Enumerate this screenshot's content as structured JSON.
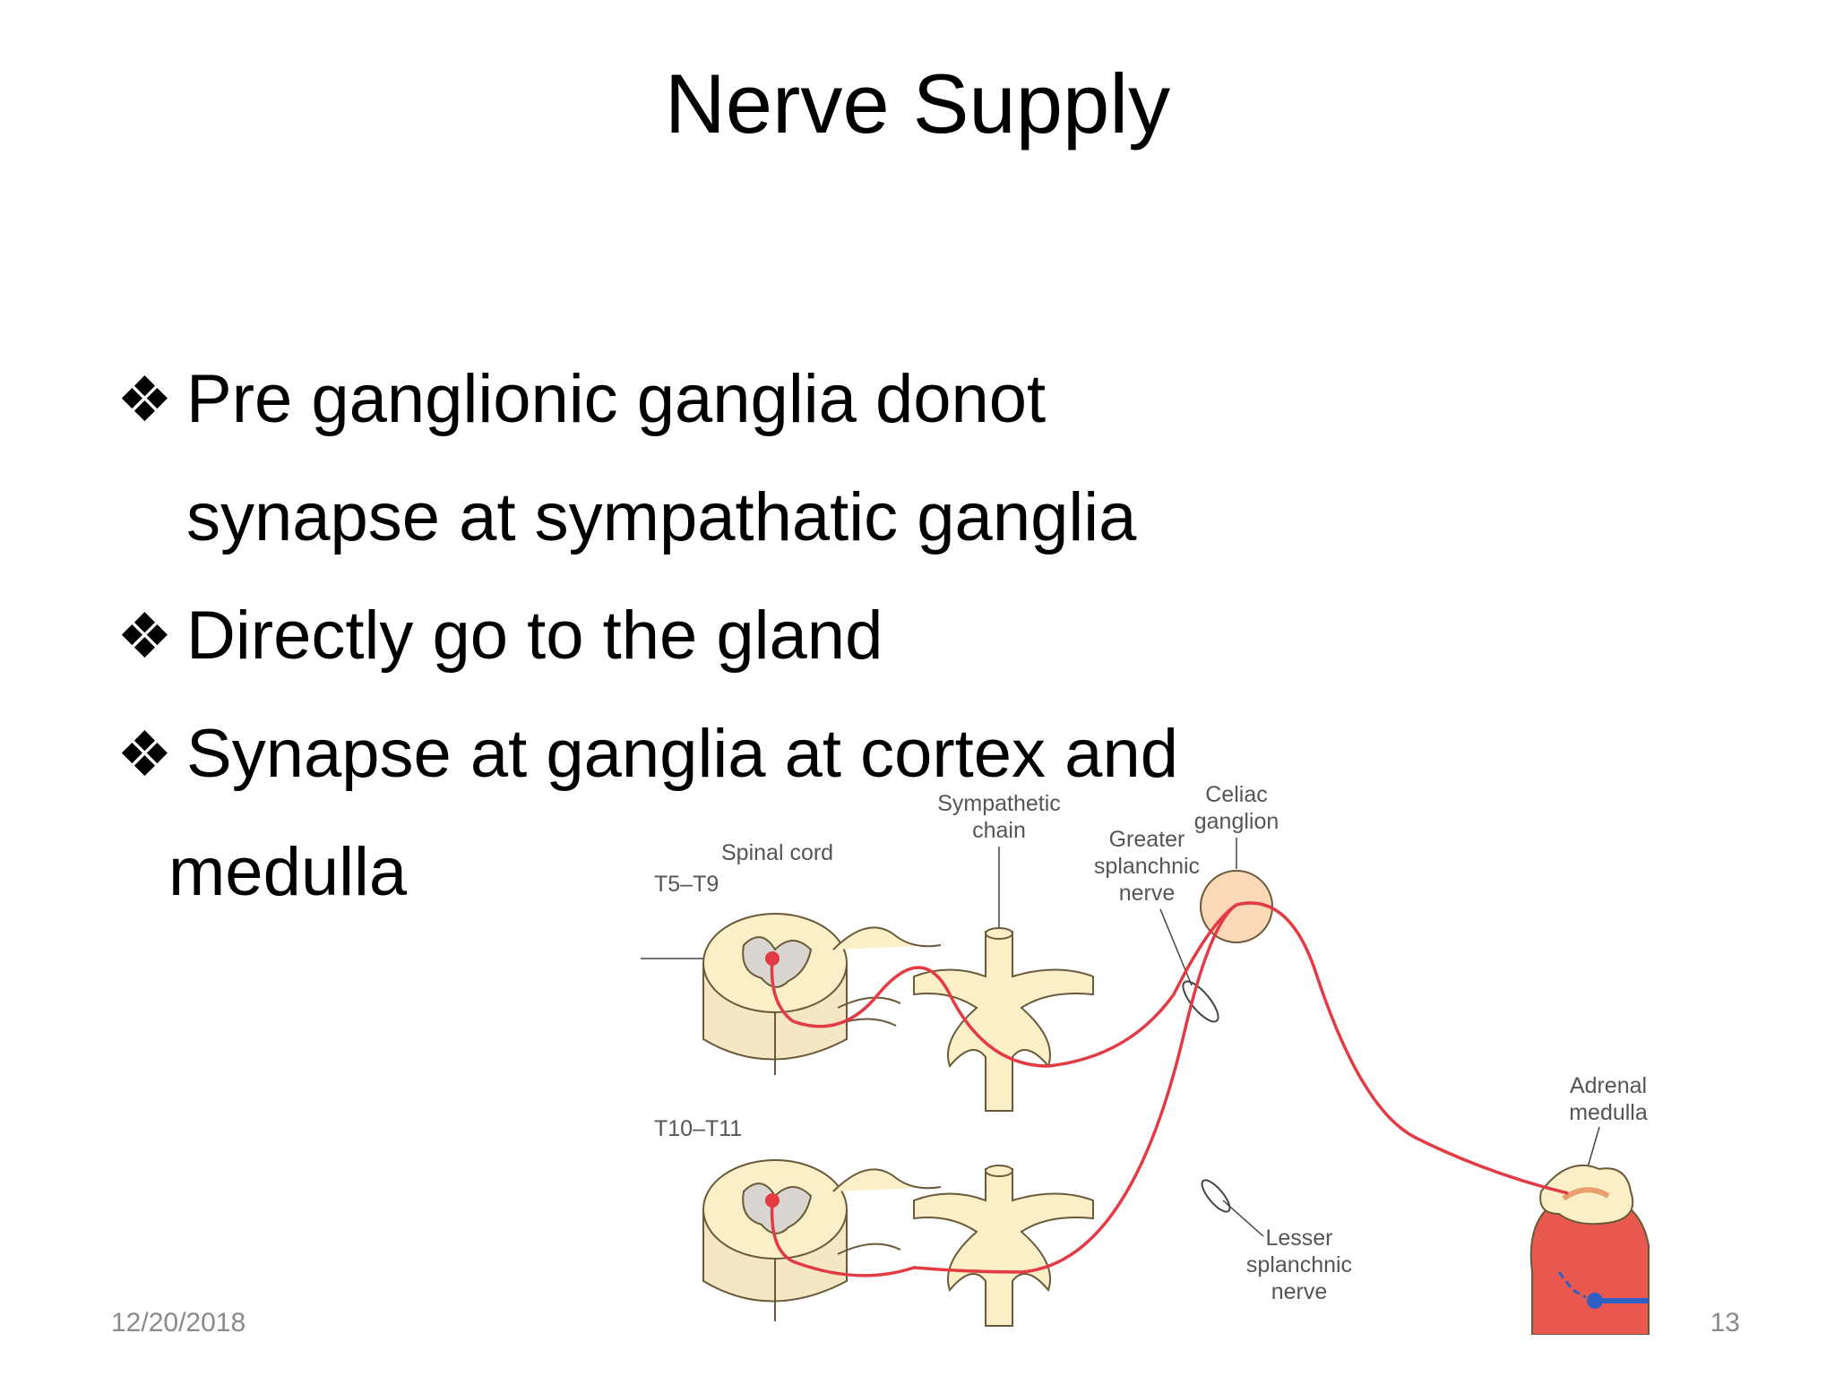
{
  "slide": {
    "title": "Nerve Supply",
    "bullet_icon": "four-diamond-bullet-icon",
    "bullets": [
      {
        "lines": [
          "Pre ganglionic ganglia donot",
          "synapse at sympathatic ganglia"
        ]
      },
      {
        "lines": [
          "Directly go to the gland"
        ]
      },
      {
        "lines": [
          "Synapse at ganglia at cortex and",
          "medulla"
        ]
      }
    ],
    "footer": {
      "date": "12/20/2018",
      "page": "13"
    }
  },
  "diagram": {
    "labels": {
      "spinal_cord": "Spinal cord",
      "t5_t9": "T5–T9",
      "t10_t11": "T10–T11",
      "sympathetic_chain_1": "Sympathetic",
      "sympathetic_chain_2": "chain",
      "celiac_1": "Celiac",
      "celiac_2": "ganglion",
      "greater_1": "Greater",
      "greater_2": "splanchnic",
      "greater_3": "nerve",
      "lesser_1": "Lesser",
      "lesser_2": "splanchnic",
      "lesser_3": "nerve",
      "adrenal_1": "Adrenal",
      "adrenal_2": "medulla"
    },
    "colors": {
      "nerve": "#e23b44",
      "tissue": "#fbefc8",
      "outline": "#6b5a3a",
      "gland": "#e8584f"
    }
  }
}
